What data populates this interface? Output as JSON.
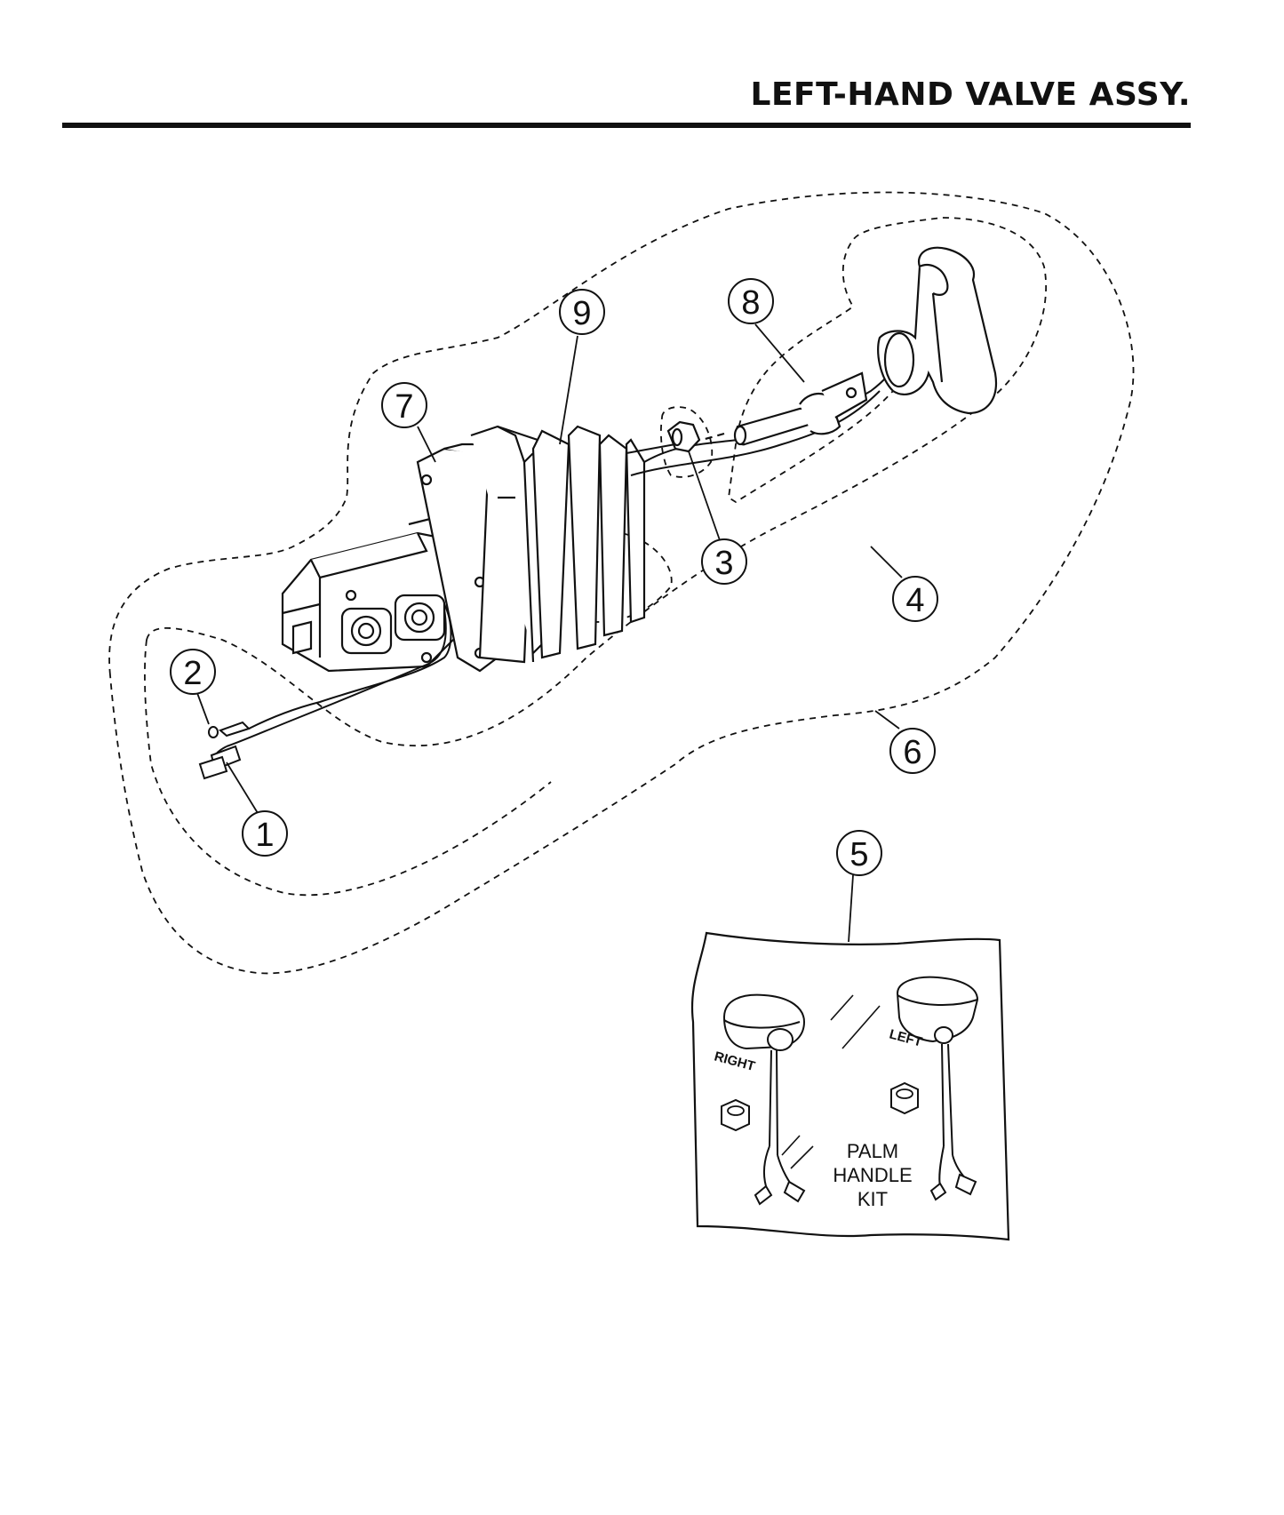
{
  "header": {
    "title": "LEFT-HAND VALVE ASSY."
  },
  "callouts": [
    {
      "id": "1",
      "label": "1"
    },
    {
      "id": "2",
      "label": "2"
    },
    {
      "id": "3",
      "label": "3"
    },
    {
      "id": "4",
      "label": "4"
    },
    {
      "id": "5",
      "label": "5"
    },
    {
      "id": "6",
      "label": "6"
    },
    {
      "id": "7",
      "label": "7"
    },
    {
      "id": "8",
      "label": "8"
    },
    {
      "id": "9",
      "label": "9"
    }
  ],
  "kit": {
    "right_label": "RIGHT",
    "left_label": "LEFT",
    "name_lines": [
      "PALM",
      "HANDLE",
      "KIT"
    ]
  },
  "colors": {
    "ink": "#111111",
    "background": "#ffffff"
  }
}
